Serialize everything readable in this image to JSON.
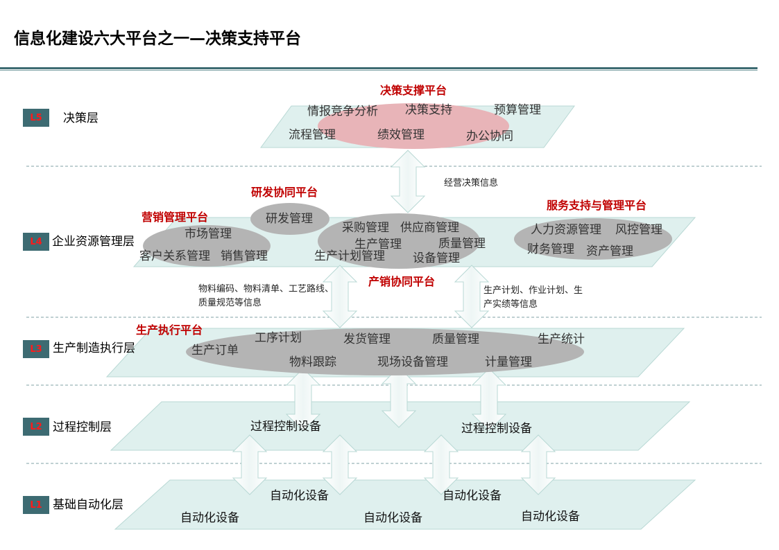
{
  "title": "信息化建设六大平台之一—决策支持平台",
  "layers": {
    "l5": {
      "badge": "L5",
      "name": "决策层"
    },
    "l4": {
      "badge": "L4",
      "name": "企业资源管理层"
    },
    "l3": {
      "badge": "L3",
      "name": "生产制造执行层"
    },
    "l2": {
      "badge": "L2",
      "name": "过程控制层"
    },
    "l1": {
      "badge": "L1",
      "name": "基础自动化层"
    }
  },
  "platforms": {
    "decision": {
      "label": "决策支撑平台",
      "items": [
        "情报竞争分析",
        "决策支持",
        "预算管理",
        "流程管理",
        "绩效管理",
        "办公协同"
      ]
    },
    "rd": {
      "label": "研发协同平台",
      "items": [
        "研发管理"
      ]
    },
    "marketing": {
      "label": "营销管理平台",
      "items": [
        "市场管理",
        "客户关系管理",
        "销售管理"
      ]
    },
    "production_sales": {
      "label": "产销协同平台",
      "items": [
        "采购管理",
        "供应商管理",
        "生产管理",
        "质量管理",
        "生产计划管理",
        "设备管理"
      ]
    },
    "service": {
      "label": "服务支持与管理平台",
      "items": [
        "人力资源管理",
        "风控管理",
        "财务管理",
        "资产管理"
      ]
    },
    "execution": {
      "label": "生产执行平台",
      "items": [
        "工序计划",
        "发货管理",
        "质量管理",
        "生产统计",
        "生产订单",
        "物料跟踪",
        "现场设备管理",
        "计量管理"
      ]
    }
  },
  "l2_items": [
    "过程控制设备",
    "过程控制设备"
  ],
  "l1_items": [
    "自动化设备",
    "自动化设备",
    "自动化设备",
    "自动化设备",
    "自动化设备"
  ],
  "annotations": {
    "decision_info": "经营决策信息",
    "material_info": "物料编码、物料清单、工艺路线、质量规范等信息",
    "plan_info": "生产计划、作业计划、生产实绩等信息"
  },
  "colors": {
    "plane_fill": "#dff0ee",
    "plane_stroke": "#b8d8d4",
    "ellipse_grey": "#b4b4b4",
    "ellipse_pink": "#e8b4b8",
    "badge_bg": "#3d6b72",
    "platform_red": "#c00000"
  }
}
